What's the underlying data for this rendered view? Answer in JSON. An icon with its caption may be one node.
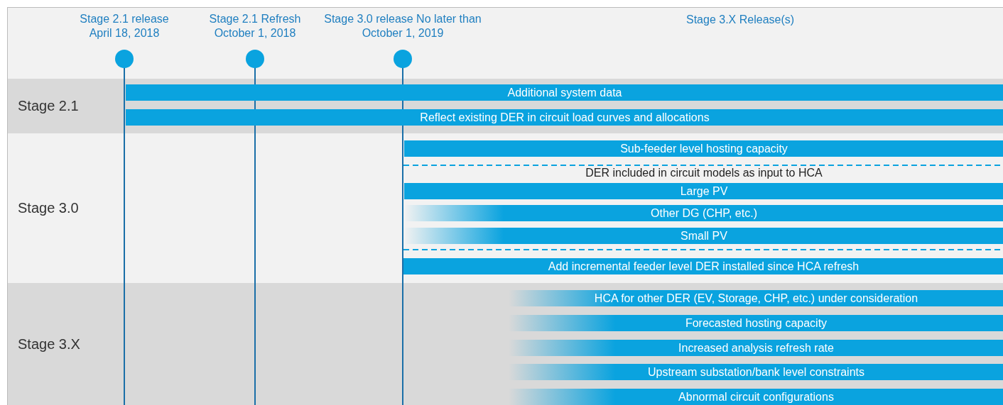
{
  "diagram": {
    "nodes": [
      {
        "text": [
          "Stage 2.1 release April 18, 2018"
        ]
      },
      {
        "text": [
          "Stage 2.1 Refresh October 1, 2018"
        ]
      },
      {
        "text": [
          "Stage 3.0 release No later than October 1, 2019"
        ]
      },
      {
        "text": [
          "Stage 2.1"
        ]
      },
      {
        "text": [
          "Additional system data"
        ],
        "in": 3
      },
      {
        "text": [
          "Reflect existing DER in circuit load curves and allocations"
        ],
        "in": 3
      },
      {
        "text": [
          "Stage 3.0"
        ]
      },
      {
        "text": [
          "Sub-feeder level hosting capacity"
        ],
        "in": 6
      },
      {
        "text": [
          "Large PV"
        ],
        "in": 6
      },
      {
        "text": [
          "Other DG (CHP, etc.)"
        ],
        "in": 6
      },
      {
        "text": [
          "Small PV"
        ],
        "in": 6
      },
      {
        "text": [
          "Add incremental feeder level DER installed since HCA refresh"
        ],
        "in": 6
      },
      {
        "text": [
          "Stage 3.X"
        ]
      },
      {
        "text": [
          "HCA for other DER (EV, Storage, CHP, etc.) under consideration"
        ],
        "in": 12
      },
      {
        "text": [
          "Forecasted hosting capacity"
        ],
        "in": 12
      },
      {
        "text": [
          "Increased analysis refresh rate"
        ],
        "in": 12
      },
      {
        "text": [
          "Upstream substation/bank level constraints"
        ],
        "in": 12
      },
      {
        "text": [
          "Abnormal circuit configurations"
        ],
        "in": 12
      }
    ],
    "labels": [
      "Stage 3.X Release(s)",
      "DER included in circuit models as input to HCA"
    ]
  }
}
